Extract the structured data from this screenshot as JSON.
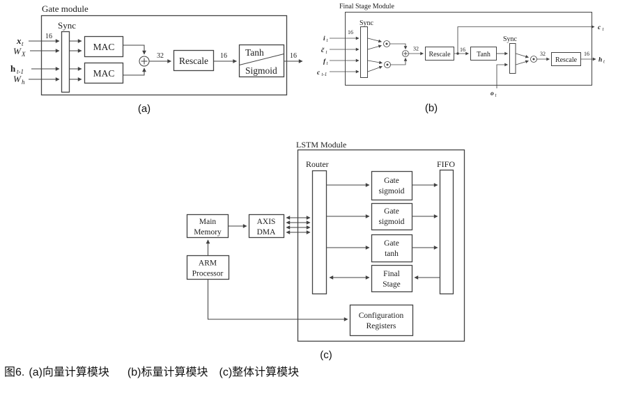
{
  "diagram_a": {
    "title": "Gate module",
    "sync_label": "Sync",
    "inputs": [
      {
        "base": "x",
        "sub": "t"
      },
      {
        "base": "W",
        "sub": "X"
      },
      {
        "base": "h",
        "sub": "t-1"
      },
      {
        "base": "W",
        "sub": "h"
      }
    ],
    "bus_in": "16",
    "mac_top": "MAC",
    "mac_bottom": "MAC",
    "bus_sum": "32",
    "rescale": "Rescale",
    "bus_rescale": "16",
    "tanh": "Tanh",
    "sigmoid": "Sigmoid",
    "bus_out": "16",
    "sublabel": "(a)"
  },
  "diagram_b": {
    "title": "Final Stage Module",
    "sync1_label": "Sync",
    "sync2_label": "Sync",
    "inputs": [
      {
        "base": "i",
        "sub": "t"
      },
      {
        "base": "c̃",
        "sub": "t"
      },
      {
        "base": "f",
        "sub": "t"
      },
      {
        "base": "c",
        "sub": "t-1"
      }
    ],
    "bus_in": "16",
    "bus_sum": "32",
    "rescale1": "Rescale",
    "bus_c": "16",
    "tanh": "Tanh",
    "bus_mul": "32",
    "rescale2": "Rescale",
    "bus_out": "16",
    "out_c": {
      "base": "c",
      "sub": "t"
    },
    "in_o": {
      "base": "o",
      "sub": "t"
    },
    "out_h": {
      "base": "h",
      "sub": "t"
    },
    "sublabel": "(b)"
  },
  "diagram_c": {
    "title": "LSTM Module",
    "router": "Router",
    "fifo": "FIFO",
    "gate1": {
      "line1": "Gate",
      "line2": "sigmoid"
    },
    "gate2": {
      "line1": "Gate",
      "line2": "sigmoid"
    },
    "gate3": {
      "line1": "Gate",
      "line2": "tanh"
    },
    "final_stage": {
      "line1": "Final",
      "line2": "Stage"
    },
    "config": {
      "line1": "Configuration",
      "line2": "Registers"
    },
    "main_memory": {
      "line1": "Main",
      "line2": "Memory"
    },
    "axis_dma": {
      "line1": "AXIS",
      "line2": "DMA"
    },
    "arm": {
      "line1": "ARM",
      "line2": "Processor"
    },
    "sublabel": "(c)"
  },
  "caption": {
    "prefix": "图6.",
    "part_a": "(a)向量计算模块",
    "part_b": "(b)标量计算模块",
    "part_c": "(c)整体计算模块"
  },
  "colors": {
    "stroke": "#424242",
    "text": "#1c1c1c"
  }
}
